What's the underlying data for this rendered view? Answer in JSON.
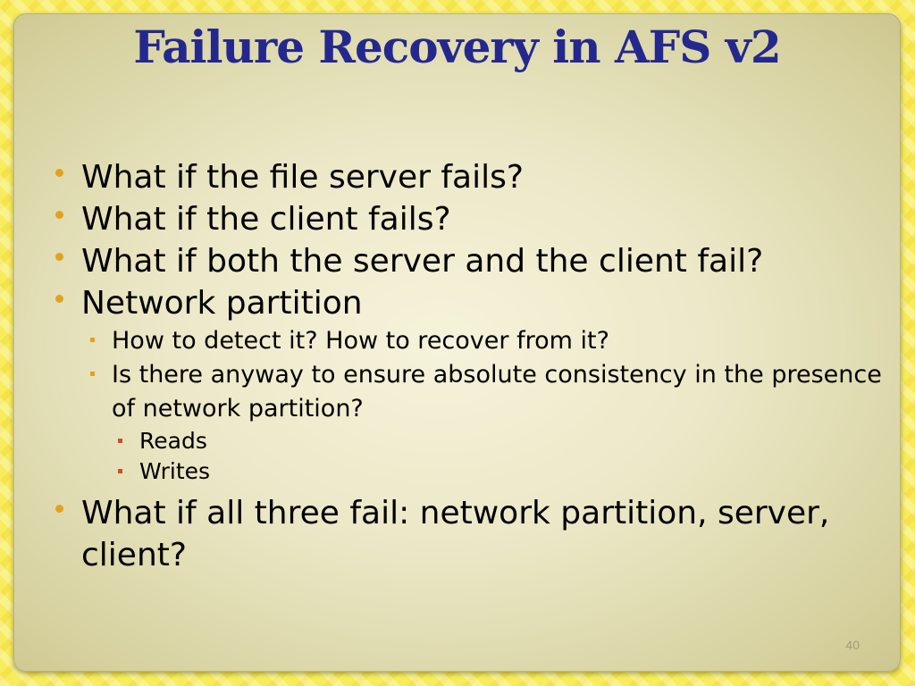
{
  "slide": {
    "title": "Failure Recovery in AFS v2",
    "bullets": {
      "b1": "What if the file server fails?",
      "b2": "What if the client fails?",
      "b3": "What if both the server and the client fail?",
      "b4": "Network partition",
      "b4_sub1": "How to detect it? How to recover from it?",
      "b4_sub2": "Is there anyway to ensure absolute consistency in the presence of network partition?",
      "b4_sub2_sub1": "Reads",
      "b4_sub2_sub2": "Writes",
      "b5": "What if all three fail: network partition, server, client?"
    },
    "page_number": "40"
  },
  "colors": {
    "title": "#24288e",
    "bullet": "#e3a21e",
    "sub_bullet": "#c8502a",
    "page_number": "#a29d76",
    "frame": "#f7ec5c"
  }
}
